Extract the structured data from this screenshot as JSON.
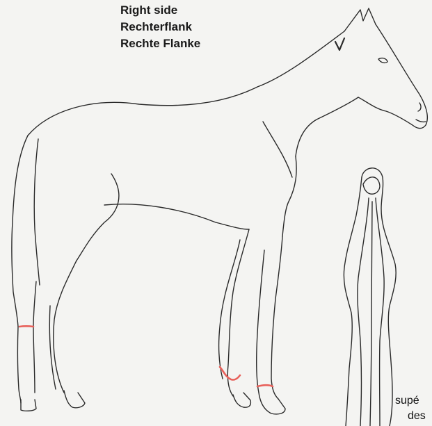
{
  "header": {
    "line1": "Right side",
    "line2": "Rechterflank",
    "line3": "Rechte Flanke"
  },
  "caption": {
    "line1": "supé",
    "line2": "des"
  },
  "colors": {
    "outline": "#2a2a2a",
    "marking": "#e8605a",
    "background": "#f4f4f2"
  },
  "markings": [
    {
      "name": "left-hind-marking"
    },
    {
      "name": "right-fore-marking-curve"
    },
    {
      "name": "right-fore-marking"
    }
  ]
}
